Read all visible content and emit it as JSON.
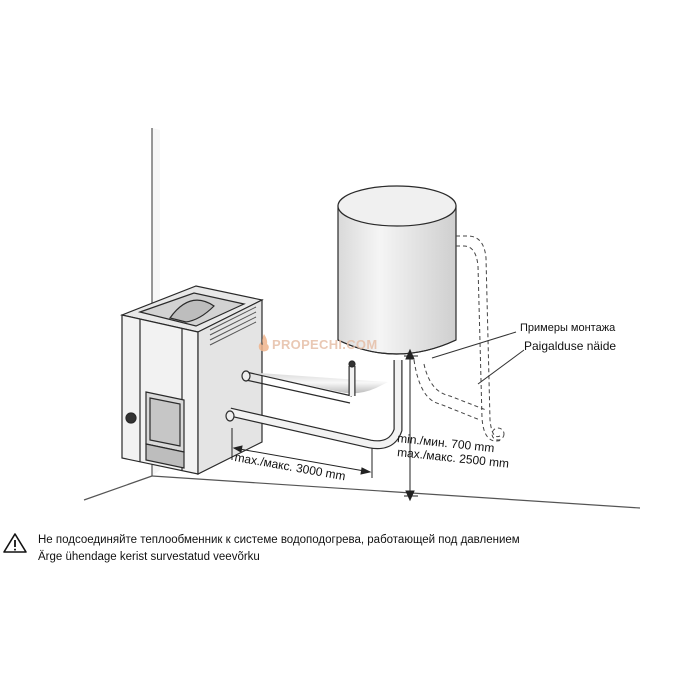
{
  "watermark": {
    "text": "PROPECHI.COM"
  },
  "labels": {
    "install_examples_ru": "Примеры монтажа",
    "install_examples_et": "Paigalduse näide",
    "horizontal_distance": "max./макс. 3000 mm",
    "vertical_min": "min./мин. 700 mm",
    "vertical_max": "max./макс. 2500 mm"
  },
  "warning": {
    "line_ru": "Не подсоединяйте теплообменник к системе водоподогрева, работающей под давлением",
    "line_et": "Ärge ühendage kerist survestatud veevõrku"
  },
  "colors": {
    "line": "#2a2a2a",
    "wall_shade": "#f4f4f4",
    "tank_fill": "#efefef",
    "watermark": "#e6bfa8"
  },
  "icons": {
    "warning": "warning-triangle-icon",
    "watermark": "flame-icon"
  }
}
